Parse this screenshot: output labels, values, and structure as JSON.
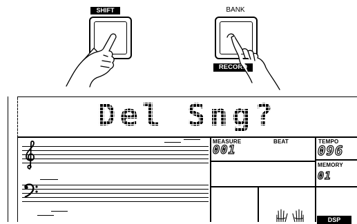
{
  "panel": {
    "shift_label": "SHIFT",
    "bank_label": "BANK",
    "record_label": "RECORD"
  },
  "lcd": {
    "message": "Del Sng?",
    "measure_label": "MEASURE",
    "beat_label": "BEAT",
    "measure_value": "001",
    "tempo_label": "TEMPO",
    "tempo_value": "096",
    "memory_label": "MEMORY",
    "memory_value": "01",
    "dsp_label": "DSP"
  },
  "icons": {
    "treble": "treble-clef-icon",
    "bass": "bass-clef-icon",
    "hands": "hands-icon",
    "finger": "pressing-finger-icon"
  }
}
